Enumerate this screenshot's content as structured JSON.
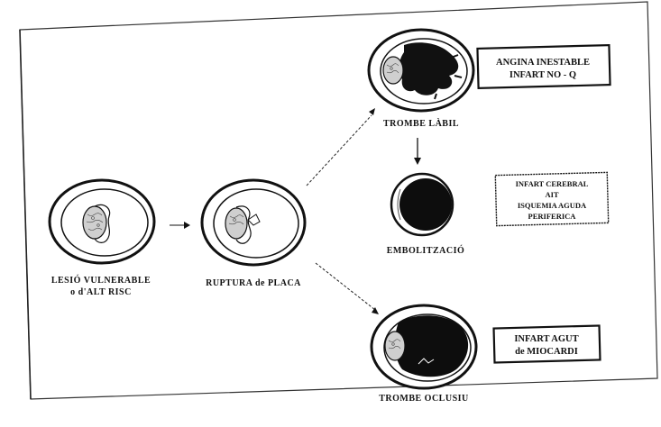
{
  "stages": {
    "vulnerable": {
      "line1": "LESIÓ VULNERABLE",
      "line2": "o d'ALT RISC"
    },
    "rupture": {
      "label": "RUPTURA de PLACA"
    },
    "labile": {
      "label": "TROMBE LÀBIL"
    },
    "embolization": {
      "label": "EMBOLITZACIÓ"
    },
    "occlusive": {
      "label": "TROMBE OCLUSIU"
    }
  },
  "outcomes": {
    "unstable": {
      "line1": "ANGINA INESTABLE",
      "line2": "INFART NO - Q"
    },
    "cerebral": {
      "line1": "INFART CEREBRAL",
      "line2": "AIT",
      "line3": "ISQUEMIA AGUDA",
      "line4": "PERIFERICA"
    },
    "mi": {
      "line1": "INFART AGUT",
      "line2": "de MIOCARDI"
    }
  },
  "colors": {
    "ink": "#111111",
    "page": "#ffffff",
    "frame": "#333333"
  }
}
